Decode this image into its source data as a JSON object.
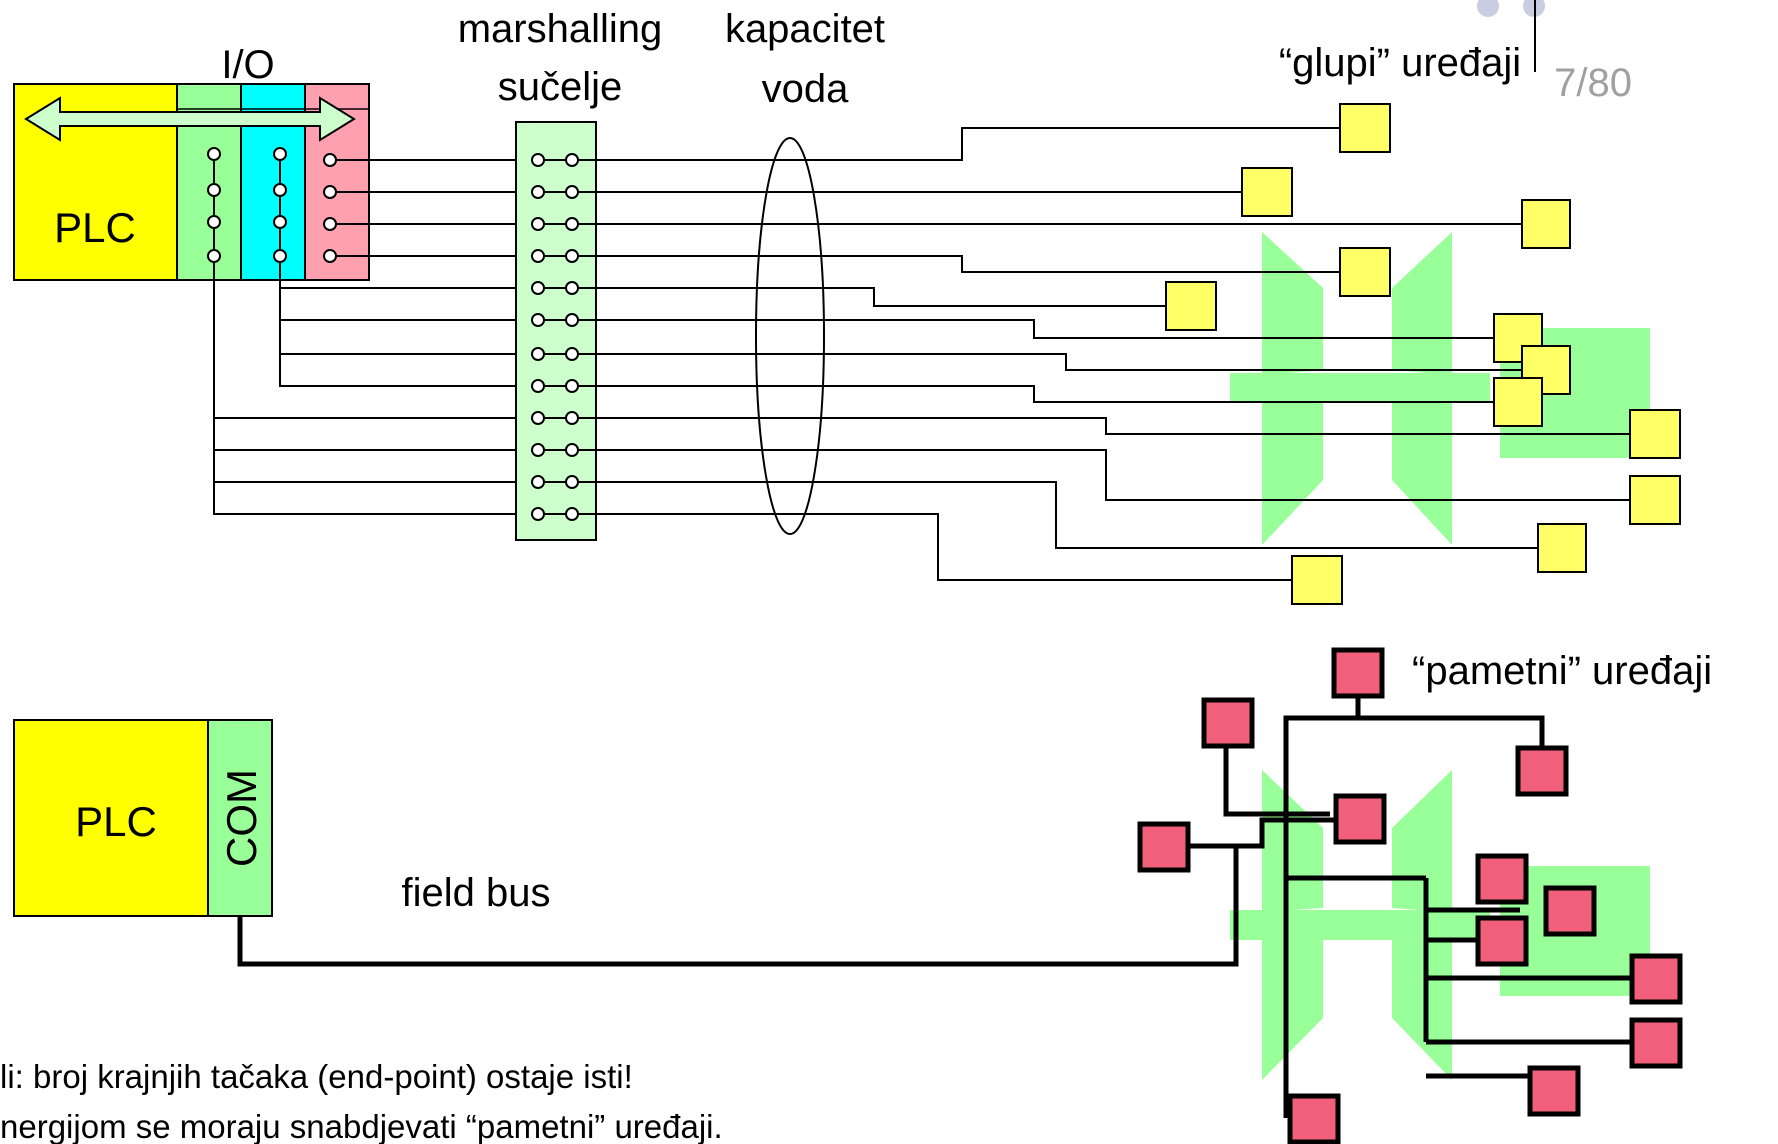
{
  "slide": {
    "page_number": "7/80",
    "nav_dot_color": "#c9cde2"
  },
  "top": {
    "io_label": "I/O",
    "plc_label": "PLC",
    "marshalling_line1": "marshalling",
    "marshalling_line2": "sučelje",
    "capacity_line1": "kapacitet",
    "capacity_line2": "voda",
    "dumb_devices_label": "“glupi” uređaji"
  },
  "bottom": {
    "plc_label": "PLC",
    "com_label": "COM",
    "field_bus_label": "field bus",
    "smart_devices_label": "“pametni” uređaji"
  },
  "notes": {
    "line1": "li: broj krajnjih tačaka (end-point) ostaje isti!",
    "line2": "nergijom se moraju snabdjevati “pametni” uređaji."
  },
  "colors": {
    "plc_yellow": "#ffff00",
    "io_green": "#99ff99",
    "io_cyan": "#00ffff",
    "io_pink": "#ffa0b0",
    "marshalling_fill": "#ccffcc",
    "dumb_device": "#ffff66",
    "smart_device": "#f0607a",
    "plant_shape": "#99ff99"
  }
}
